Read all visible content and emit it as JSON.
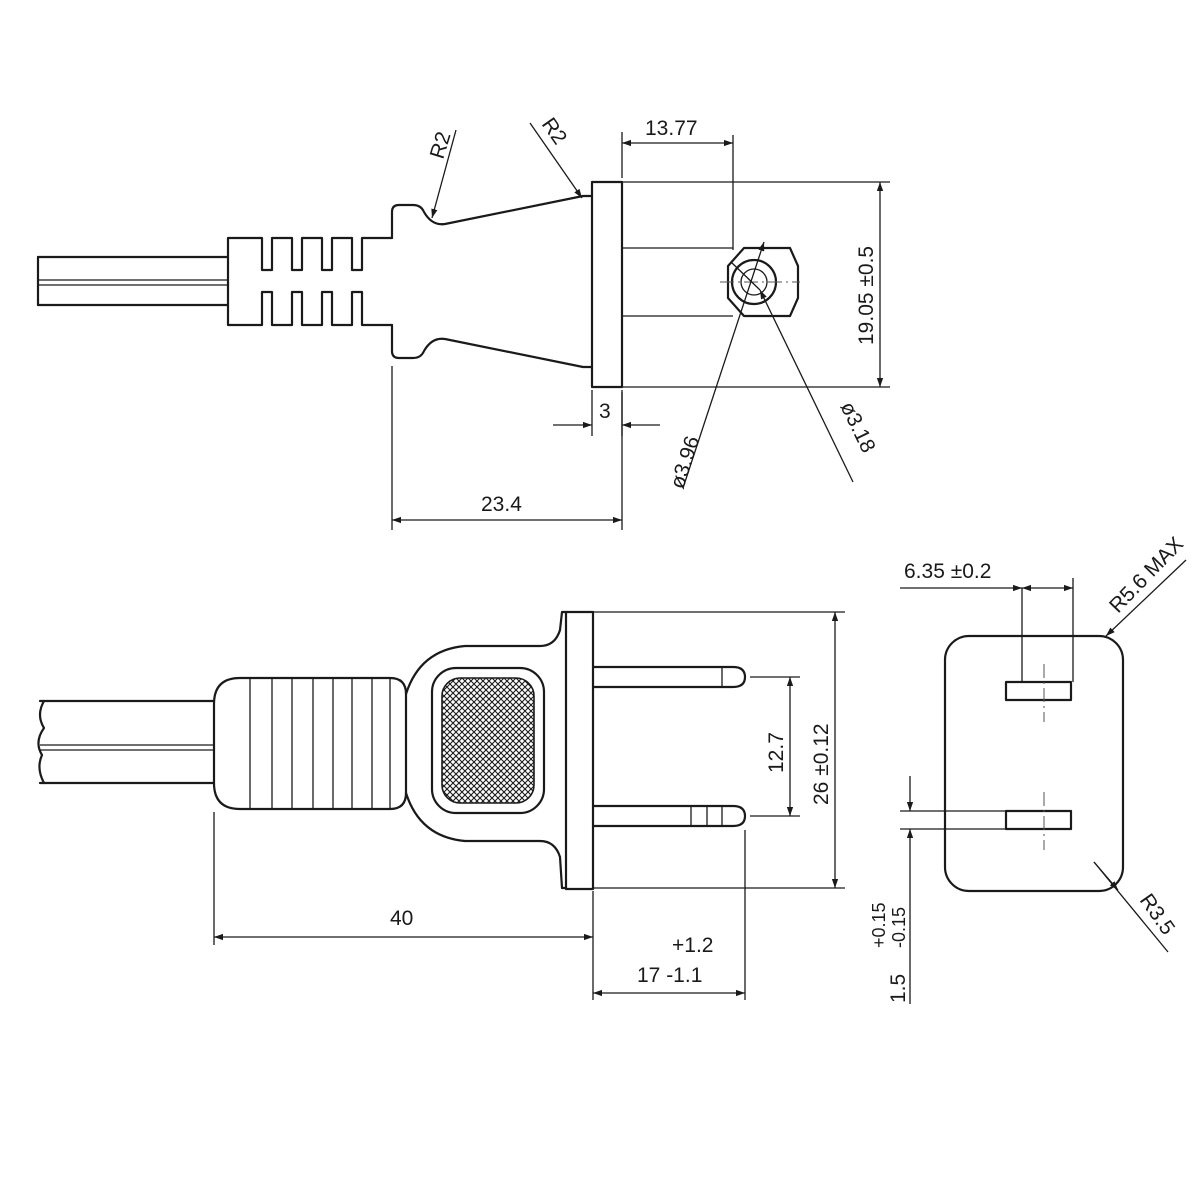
{
  "dimensions": {
    "top_radius_left": "R2",
    "top_radius_right": "R2",
    "top_width_13_77": "13.77",
    "top_height_19_05": "19.05 ±0.5",
    "top_thickness_3": "3",
    "top_dia_3_96": "ø3.96",
    "top_dia_3_18": "ø3.18",
    "top_length_23_4": "23.4",
    "side_pin_pitch": "12.7",
    "side_flange_height": "26 ±0.12",
    "side_body_length": "40",
    "side_pin_length_upper": "+1.2",
    "side_pin_length": "17  -1.1",
    "face_slot_width": "6.35 ±0.2",
    "face_radius_max": "R5.6 MAX",
    "face_radius": "R3.5",
    "face_slot_thickness": "1.5",
    "face_tol_plus": "+0.15",
    "face_tol_minus": "-0.15"
  },
  "colors": {
    "line": "#1a1a1a",
    "background": "#ffffff"
  }
}
